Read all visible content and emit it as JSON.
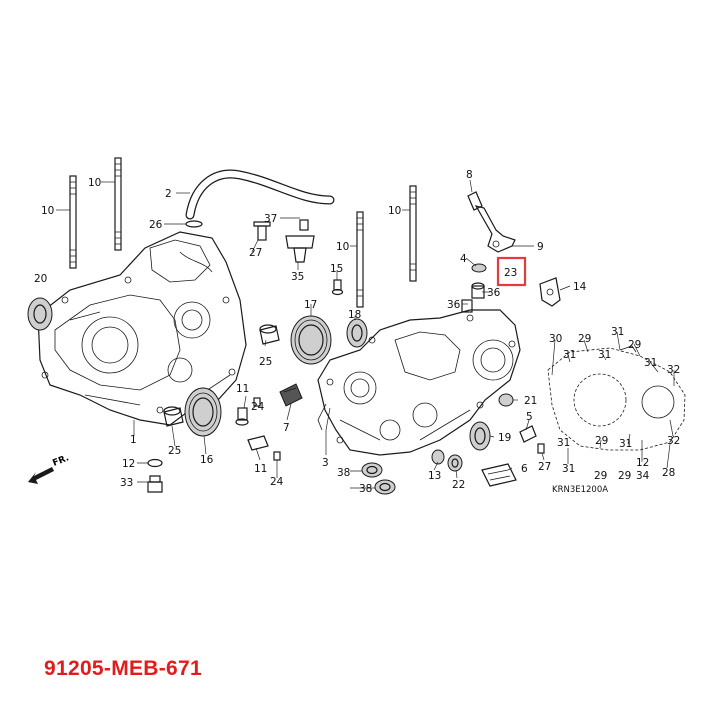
{
  "part_number": "91205-MEB-671",
  "diagram_code": "KRN3E1200A",
  "front_label": "FR.",
  "highlighted_callout": "23",
  "highlight_color": "#e83a3a",
  "part_number_color": "#e41b1b",
  "callouts": {
    "c1": "1",
    "c2": "2",
    "c3": "3",
    "c4": "4",
    "c5": "5",
    "c6": "6",
    "c7": "7",
    "c8": "8",
    "c9": "9",
    "c10a": "10",
    "c10b": "10",
    "c10c": "10",
    "c10d": "10",
    "c11a": "11",
    "c11b": "11",
    "c12a": "12",
    "c12b": "12",
    "c13": "13",
    "c14": "14",
    "c15": "15",
    "c16": "16",
    "c17": "17",
    "c18": "18",
    "c19": "19",
    "c20": "20",
    "c21": "21",
    "c22": "22",
    "c23": "23",
    "c24a": "24",
    "c24b": "24",
    "c25a": "25",
    "c25b": "25",
    "c26": "26",
    "c27a": "27",
    "c27b": "27",
    "c28": "28",
    "c29a": "29",
    "c29b": "29",
    "c29c": "29",
    "c29d": "29",
    "c29e": "29",
    "c30": "30",
    "c31a": "31",
    "c31b": "31",
    "c31c": "31",
    "c31d": "31",
    "c31e": "31",
    "c31f": "31",
    "c31g": "31",
    "c32a": "32",
    "c32b": "32",
    "c33": "33",
    "c34": "34",
    "c35": "35",
    "c36a": "36",
    "c36b": "36",
    "c37": "37",
    "c38a": "38",
    "c38b": "38"
  }
}
